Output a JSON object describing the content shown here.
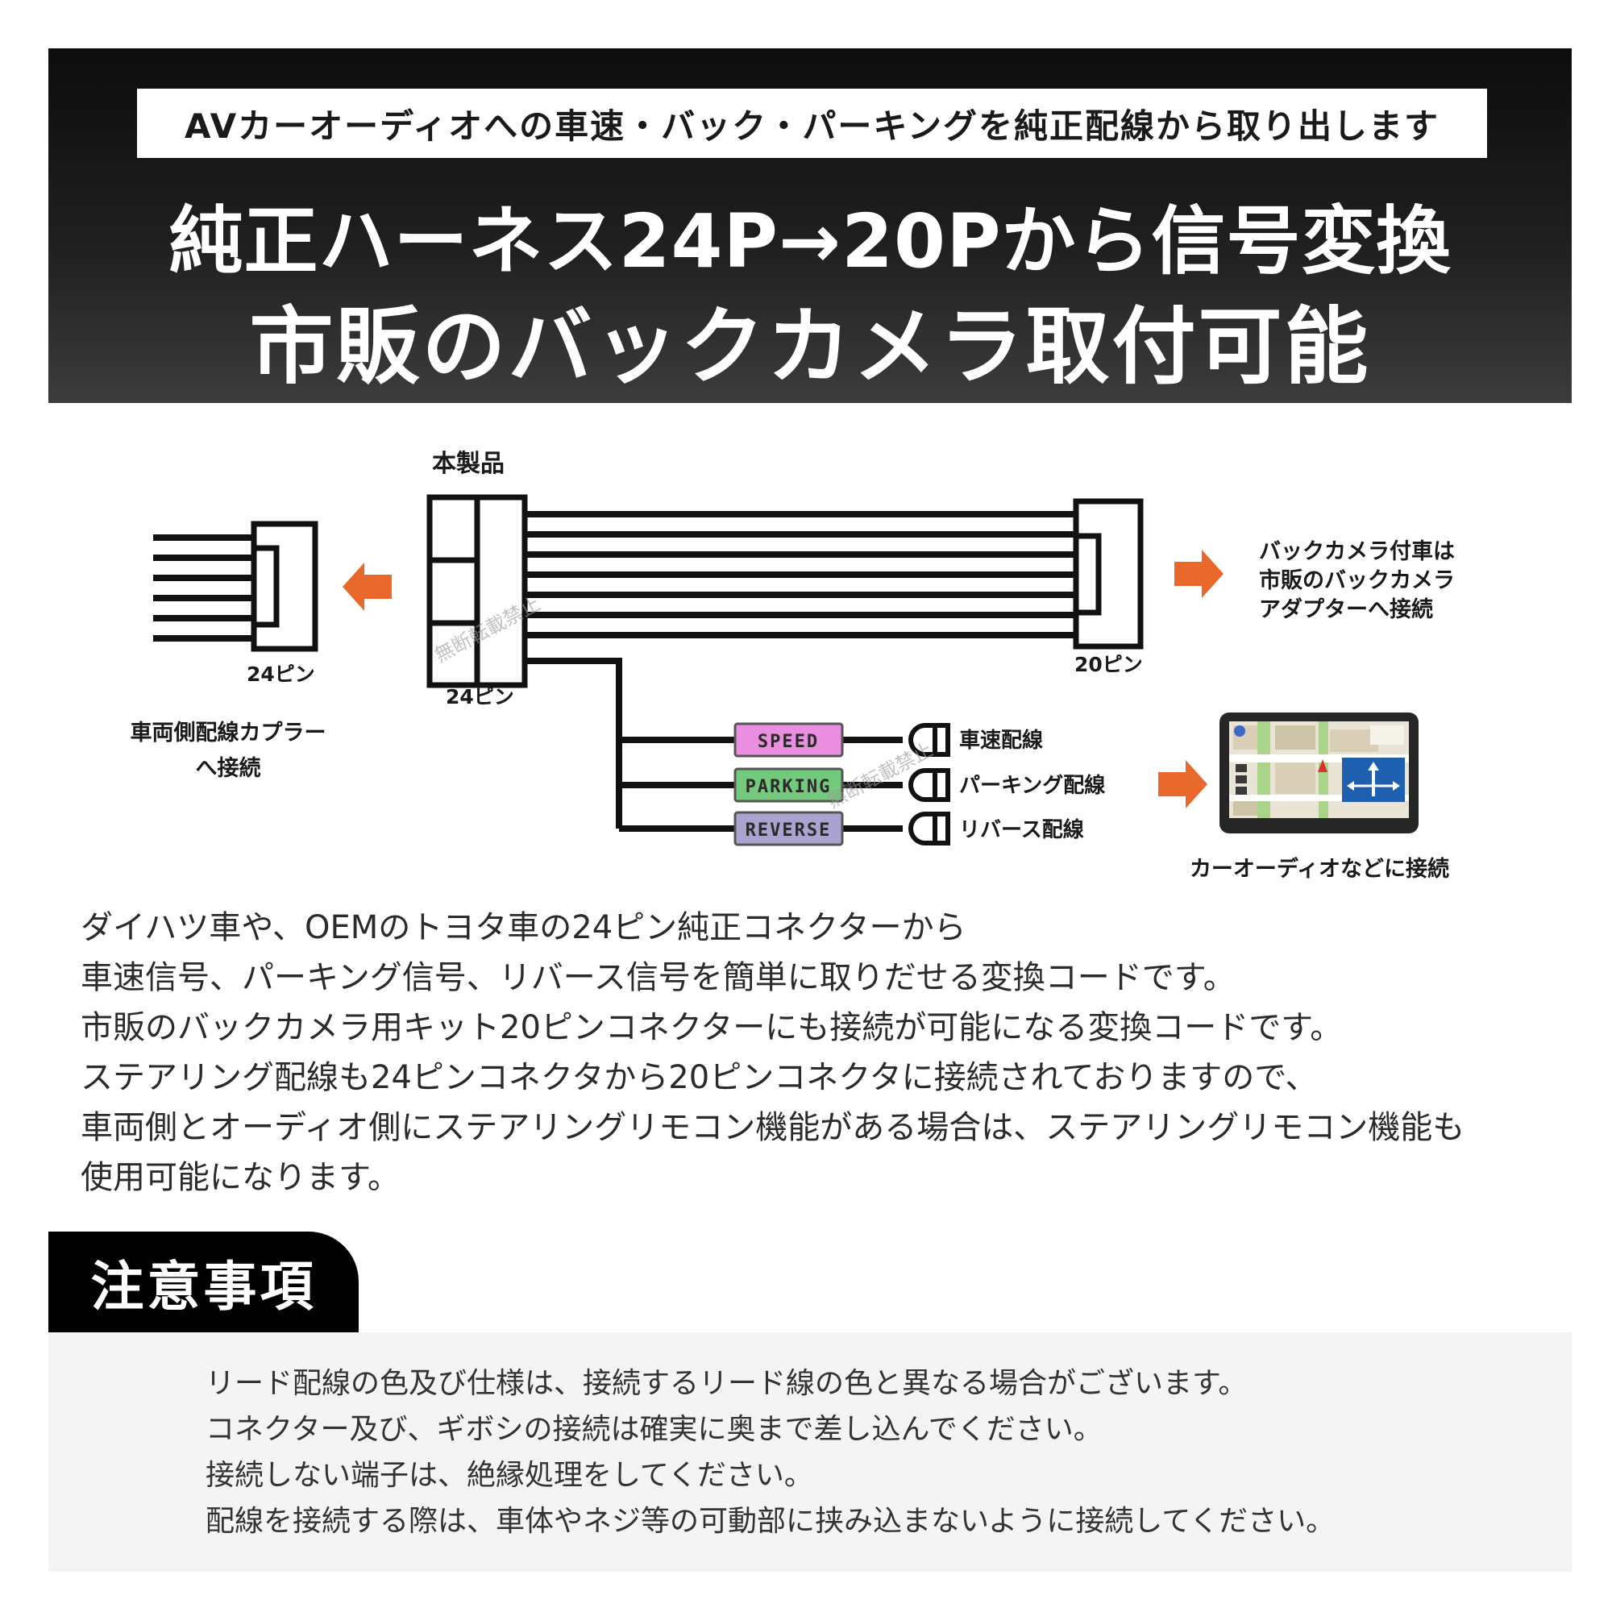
{
  "header": {
    "strip_text": "AVカーオーディオへの車速・バック・パーキングを純正配線から取り出します",
    "headline_line1": "純正ハーネス24P→20Pから信号変換",
    "headline_line2": "市販のバックカメラ取付可能"
  },
  "diagram": {
    "product_label": "本製品",
    "left_connector_pins": "24ピン",
    "product_pins": "24ピン",
    "right_connector_pins": "20ピン",
    "vehicle_side_line1": "車両側配線カプラー",
    "vehicle_side_line2": "へ接続",
    "camera_note_line1": "バックカメラ付車は",
    "camera_note_line2": "市販のバックカメラ",
    "camera_note_line3": "アダプターへ接続",
    "watermark": "無断転載禁止",
    "audio_label": "カーオーディオなどに接続",
    "signals": [
      {
        "tag": "SPEED",
        "label": "車速配線",
        "color": "#e98ee0"
      },
      {
        "tag": "PARKING",
        "label": "パーキング配線",
        "color": "#73c97c"
      },
      {
        "tag": "REVERSE",
        "label": "リバース配線",
        "color": "#aaa2cf"
      }
    ],
    "arrow_color": "#e8692b"
  },
  "description": [
    "ダイハツ車や、OEMのトヨタ車の24ピン純正コネクターから",
    "車速信号、パーキング信号、リバース信号を簡単に取りだせる変換コードです。",
    "市販のバックカメラ用キット20ピンコネクターにも接続が可能になる変換コードです。",
    "ステアリング配線も24ピンコネクタから20ピンコネクタに接続されておりますので、",
    "車両側とオーディオ側にステアリングリモコン機能がある場合は、ステアリングリモコン機能も",
    "使用可能になります。"
  ],
  "notice": {
    "title": "注意事項",
    "items": [
      "リード配線の色及び仕様は、接続するリード線の色と異なる場合がございます。",
      "コネクター及び、ギボシの接続は確実に奥まで差し込んでください。",
      "接続しない端子は、絶縁処理をしてください。",
      "配線を接続する際は、車体やネジ等の可動部に挟み込まないように接続してください。"
    ]
  }
}
